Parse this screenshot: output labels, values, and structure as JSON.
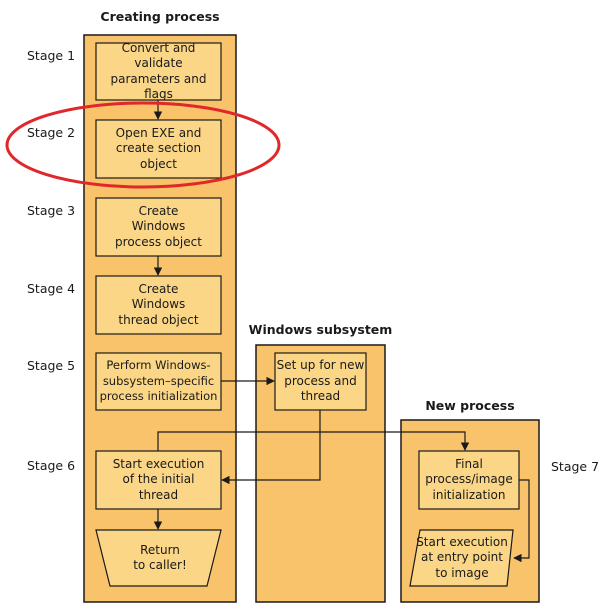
{
  "lanes": {
    "creating": "Creating process",
    "windows": "Windows subsystem",
    "newproc": "New process"
  },
  "stages": {
    "s1": "Stage 1",
    "s2": "Stage 2",
    "s3": "Stage 3",
    "s4": "Stage 4",
    "s5": "Stage 5",
    "s6": "Stage 6",
    "s7": "Stage 7"
  },
  "steps": {
    "convert": "Convert and validate\nparameters and\nflags",
    "open_exe": "Open EXE and\ncreate section\nobject",
    "create_process": "Create\nWindows\nprocess object",
    "create_thread": "Create\nWindows\nthread object",
    "perform_init": "Perform Windows-\nsubsystem–specific\nprocess initialization",
    "setup": "Set up for new\nprocess and\nthread",
    "start_exec": "Start execution\nof the initial\nthread",
    "return": "Return\nto caller!",
    "final_init": "Final\nprocess/image\ninitialization",
    "start_entry": "Start execution\nat entry point\nto image"
  },
  "colors": {
    "lane_fill": "#f8c36a",
    "box_fill": "#fbd686",
    "highlight": "#e0282a"
  }
}
